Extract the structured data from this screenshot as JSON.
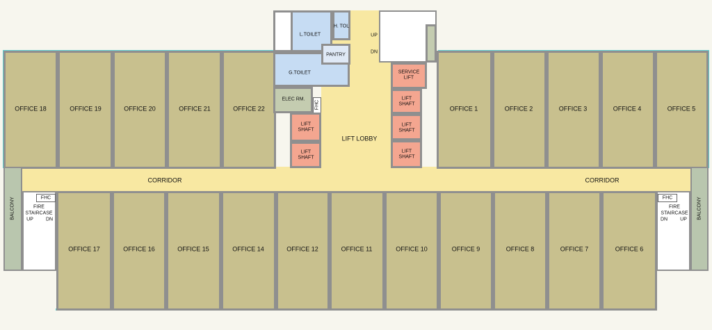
{
  "plan": {
    "offices_top_left": [
      "OFFICE 18",
      "OFFICE 19",
      "OFFICE 20",
      "OFFICE 21",
      "OFFICE 22"
    ],
    "offices_top_right": [
      "OFFICE 1",
      "OFFICE 2",
      "OFFICE 3",
      "OFFICE 4",
      "OFFICE 5"
    ],
    "offices_bottom": [
      "OFFICE 17",
      "OFFICE 16",
      "OFFICE 15",
      "OFFICE 14",
      "OFFICE 12",
      "OFFICE 11",
      "OFFICE 10",
      "OFFICE 9",
      "OFFICE 8",
      "OFFICE 7",
      "OFFICE 6"
    ],
    "corridor": "CORRIDOR",
    "lift_lobby": "LIFT LOBBY",
    "lift_shaft": [
      "LIFT",
      "SHAFT"
    ],
    "service_lift": [
      "SERVICE",
      "LIFT"
    ],
    "l_toilet": "L.TOILET",
    "h_toilet": "H. TOL",
    "g_toilet": "G.TOILET",
    "pantry": "PANTRY",
    "elec_room": "ELEC RM.",
    "fhc": "FHC",
    "fire_staircase": [
      "FIRE",
      "STAIRCASE"
    ],
    "up": "UP",
    "dn": "DN",
    "balcony": "BALCONY",
    "colors": {
      "office": "#c8c08e",
      "corridor": "#f8e8a2",
      "lift": "#f4a690",
      "toilet": "#c6dcf3",
      "service": "#c4ccb0",
      "wall": "#8f8f8f",
      "glazing": "#5fd0d0"
    }
  }
}
